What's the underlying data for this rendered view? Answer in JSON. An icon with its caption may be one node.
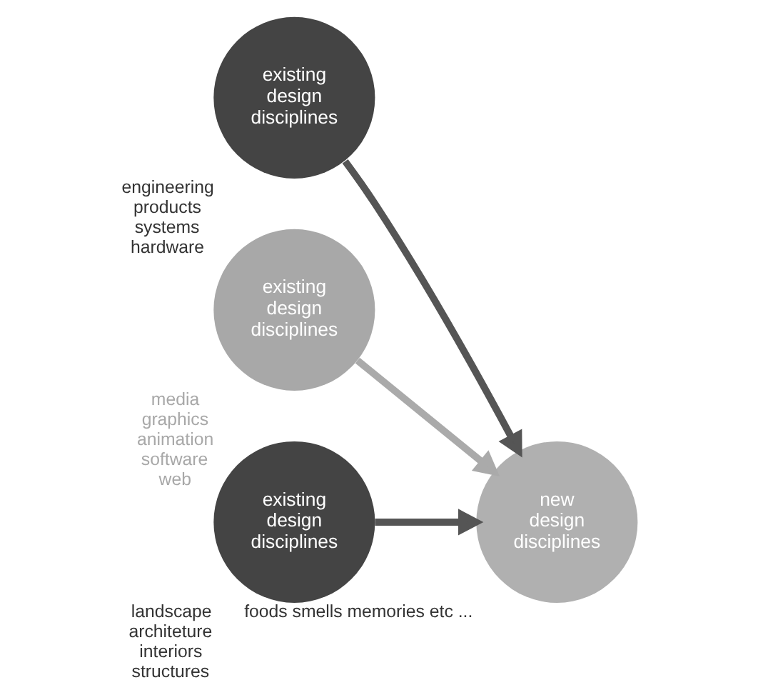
{
  "diagram": {
    "nodes": [
      {
        "text": [
          "existing design disciplines"
        ],
        "beside": [
          "engineering",
          "products",
          "systems",
          "hardware"
        ]
      },
      {
        "text": [
          "existing design disciplines"
        ],
        "beside": [
          "media",
          "graphics",
          "animation",
          "software",
          "web"
        ]
      },
      {
        "text": [
          "existing design disciplines"
        ],
        "beside": [
          "landscape",
          "architeture",
          "interiors",
          "structures"
        ]
      },
      {
        "text": [
          "new design disciplines"
        ],
        "beside": [
          "foods",
          "smells",
          "memories",
          "etc ..."
        ]
      }
    ],
    "edges": [
      {
        "from": 0,
        "to": 3,
        "arrow": "to"
      },
      {
        "from": 1,
        "to": 3,
        "arrow": "to",
        "color": "#aaaaaa"
      },
      {
        "from": 2,
        "to": 3,
        "arrow": "to"
      }
    ]
  }
}
